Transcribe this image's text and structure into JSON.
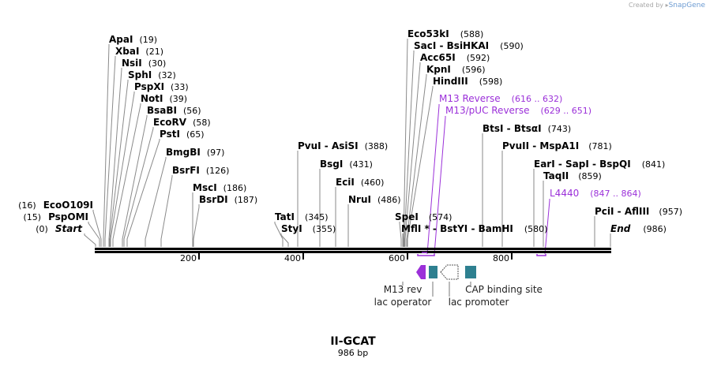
{
  "credit": {
    "prefix": "Created by",
    "brand": "SnapGene"
  },
  "plasmid": {
    "name": "II-GCAT",
    "length_label": "986 bp"
  },
  "sites": [
    {
      "name": "ApaI",
      "pos": "(19)"
    },
    {
      "name": "XbaI",
      "pos": "(21)"
    },
    {
      "name": "NsiI",
      "pos": "(30)"
    },
    {
      "name": "SphI",
      "pos": "(32)"
    },
    {
      "name": "PspXI",
      "pos": "(33)"
    },
    {
      "name": "NotI",
      "pos": "(39)"
    },
    {
      "name": "BsaBI",
      "pos": "(56)"
    },
    {
      "name": "EcoRV",
      "pos": "(58)"
    },
    {
      "name": "PstI",
      "pos": "(65)"
    },
    {
      "name": "BmgBI",
      "pos": "(97)"
    },
    {
      "name": "BsrFI",
      "pos": "(126)"
    },
    {
      "name": "MscI",
      "pos": "(186)"
    },
    {
      "name": "BsrDI",
      "pos": "(187)"
    },
    {
      "name": "EcoO109I",
      "pos": "(16)"
    },
    {
      "name": "PspOMI",
      "pos": "(15)"
    },
    {
      "name": "Start",
      "pos": "(0)"
    },
    {
      "name": "TatI",
      "pos": "(345)"
    },
    {
      "name": "StyI",
      "pos": "(355)"
    },
    {
      "name": "PvuI - AsiSI",
      "pos": "(388)"
    },
    {
      "name": "BsgI",
      "pos": "(431)"
    },
    {
      "name": "EciI",
      "pos": "(460)"
    },
    {
      "name": "NruI",
      "pos": "(486)"
    },
    {
      "name": "SpeI",
      "pos": "(574)"
    },
    {
      "name": "MflI * - BstYI - BamHI",
      "pos": "(580)"
    },
    {
      "name": "Eco53kI",
      "pos": "(588)"
    },
    {
      "name": "SacI - BsiHKAI",
      "pos": "(590)"
    },
    {
      "name": "Acc65I",
      "pos": "(592)"
    },
    {
      "name": "KpnI",
      "pos": "(596)"
    },
    {
      "name": "HindIII",
      "pos": "(598)"
    },
    {
      "name": "BtsI - BtsαI",
      "pos": "(743)"
    },
    {
      "name": "PvuII - MspA1I",
      "pos": "(781)"
    },
    {
      "name": "EarI - SapI - BspQI",
      "pos": "(841)"
    },
    {
      "name": "TaqII",
      "pos": "(859)"
    },
    {
      "name": "PciI - AflIII",
      "pos": "(957)"
    },
    {
      "name": "End",
      "pos": "(986)"
    }
  ],
  "primers": [
    {
      "name": "M13 Reverse",
      "range": "(616 .. 632)"
    },
    {
      "name": "M13/pUC Reverse",
      "range": "(629 .. 651)"
    },
    {
      "name": "L4440",
      "range": "(847 .. 864)"
    }
  ],
  "ticks": [
    "200",
    "400",
    "600",
    "800"
  ],
  "features": [
    {
      "name": "M13 rev"
    },
    {
      "name": "lac operator"
    },
    {
      "name": "lac promoter"
    },
    {
      "name": "CAP binding site"
    }
  ],
  "colors": {
    "primer": "#9b30d9",
    "teal": "#2e8090",
    "backbone": "#000000",
    "leader": "#8a8a8a"
  }
}
